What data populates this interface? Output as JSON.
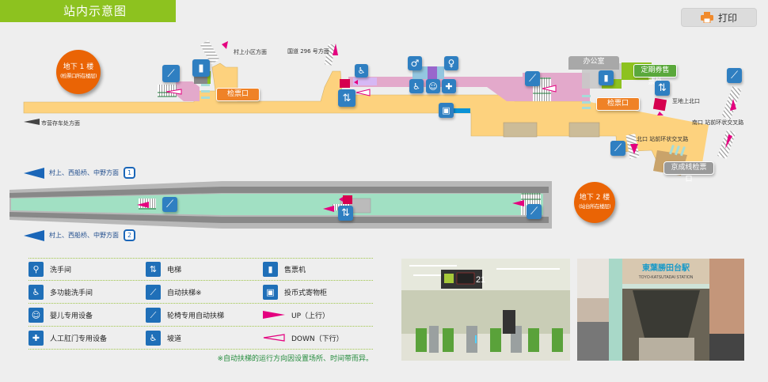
{
  "header": {
    "title": "站内示意图",
    "print_label": "打印",
    "print_icon": "printer-icon"
  },
  "colors": {
    "title_bar": "#8dc21f",
    "floor_badge": "#ea6405",
    "concourse": "#fdd27e",
    "paid_area": "#e3a9cb",
    "platform": "#a1e0c3",
    "icon_blue": "#2f7fc1",
    "up_arrow": "#e4007f",
    "track_dir": "#1a66b8",
    "note_green": "#228b3b"
  },
  "floors": {
    "b1": {
      "line1": "地下 1 楼",
      "line2": "(检票口所在楼层)"
    },
    "b2": {
      "line1": "地下 2 楼",
      "line2": "(站台所在楼层)"
    }
  },
  "b1_map": {
    "labels": {
      "murakami_exit": "村上小区方面",
      "route296": "国道 296 号方面",
      "parking": "市营存车处方面",
      "to_north_exit": "至地上北口",
      "south_exit": "南口  站前环状交叉路",
      "north_exit": "北口  站前环状交叉路"
    },
    "tags": {
      "gate_west": "检票口",
      "gate_east": "检票口",
      "office": "办公室",
      "commuter_pass": "定期券售票处",
      "keisei_gate": "京成线检票口"
    }
  },
  "b2_map": {
    "track1": {
      "direction": "村上、西船桥、中野方面",
      "number": "1"
    },
    "track2": {
      "direction": "村上、西船桥、中野方面",
      "number": "2"
    }
  },
  "legend": {
    "rows": [
      [
        {
          "icon": "restroom-icon",
          "glyph": "🚻",
          "label": "洗手间"
        },
        {
          "icon": "elevator-icon",
          "glyph": "⇅",
          "label": "电梯"
        },
        {
          "icon": "ticket-machine-icon",
          "glyph": "🎫",
          "label": "售票机"
        }
      ],
      [
        {
          "icon": "accessible-restroom-icon",
          "glyph": "♿",
          "label": "多功能洗手间"
        },
        {
          "icon": "escalator-icon",
          "glyph": "⟋",
          "label": "自动扶梯※"
        },
        {
          "icon": "coin-locker-icon",
          "glyph": "▣",
          "label": "投币式寄物柜"
        }
      ],
      [
        {
          "icon": "baby-facility-icon",
          "glyph": "👶",
          "label": "婴儿专用设备"
        },
        {
          "icon": "wheelchair-escalator-icon",
          "glyph": "♿",
          "label": "轮椅专用自动扶梯"
        },
        {
          "icon": "up-arrow-icon",
          "glyph": "",
          "label": "UP（上行）"
        }
      ],
      [
        {
          "icon": "ostomate-icon",
          "glyph": "✚",
          "label": "人工肛门专用设备"
        },
        {
          "icon": "ramp-icon",
          "glyph": "♿",
          "label": "坡道"
        },
        {
          "icon": "down-arrow-icon",
          "glyph": "",
          "label": "DOWN（下行）"
        }
      ]
    ],
    "note": "※自动扶梯的运行方向因设置场所、时间带而异。"
  },
  "photos": {
    "gates_photo": {
      "sign": "21"
    },
    "entrance_photo": {
      "sign_jp": "東葉勝田台駅",
      "sign_en": "TOYO-KATSUTADAI STATION"
    }
  }
}
